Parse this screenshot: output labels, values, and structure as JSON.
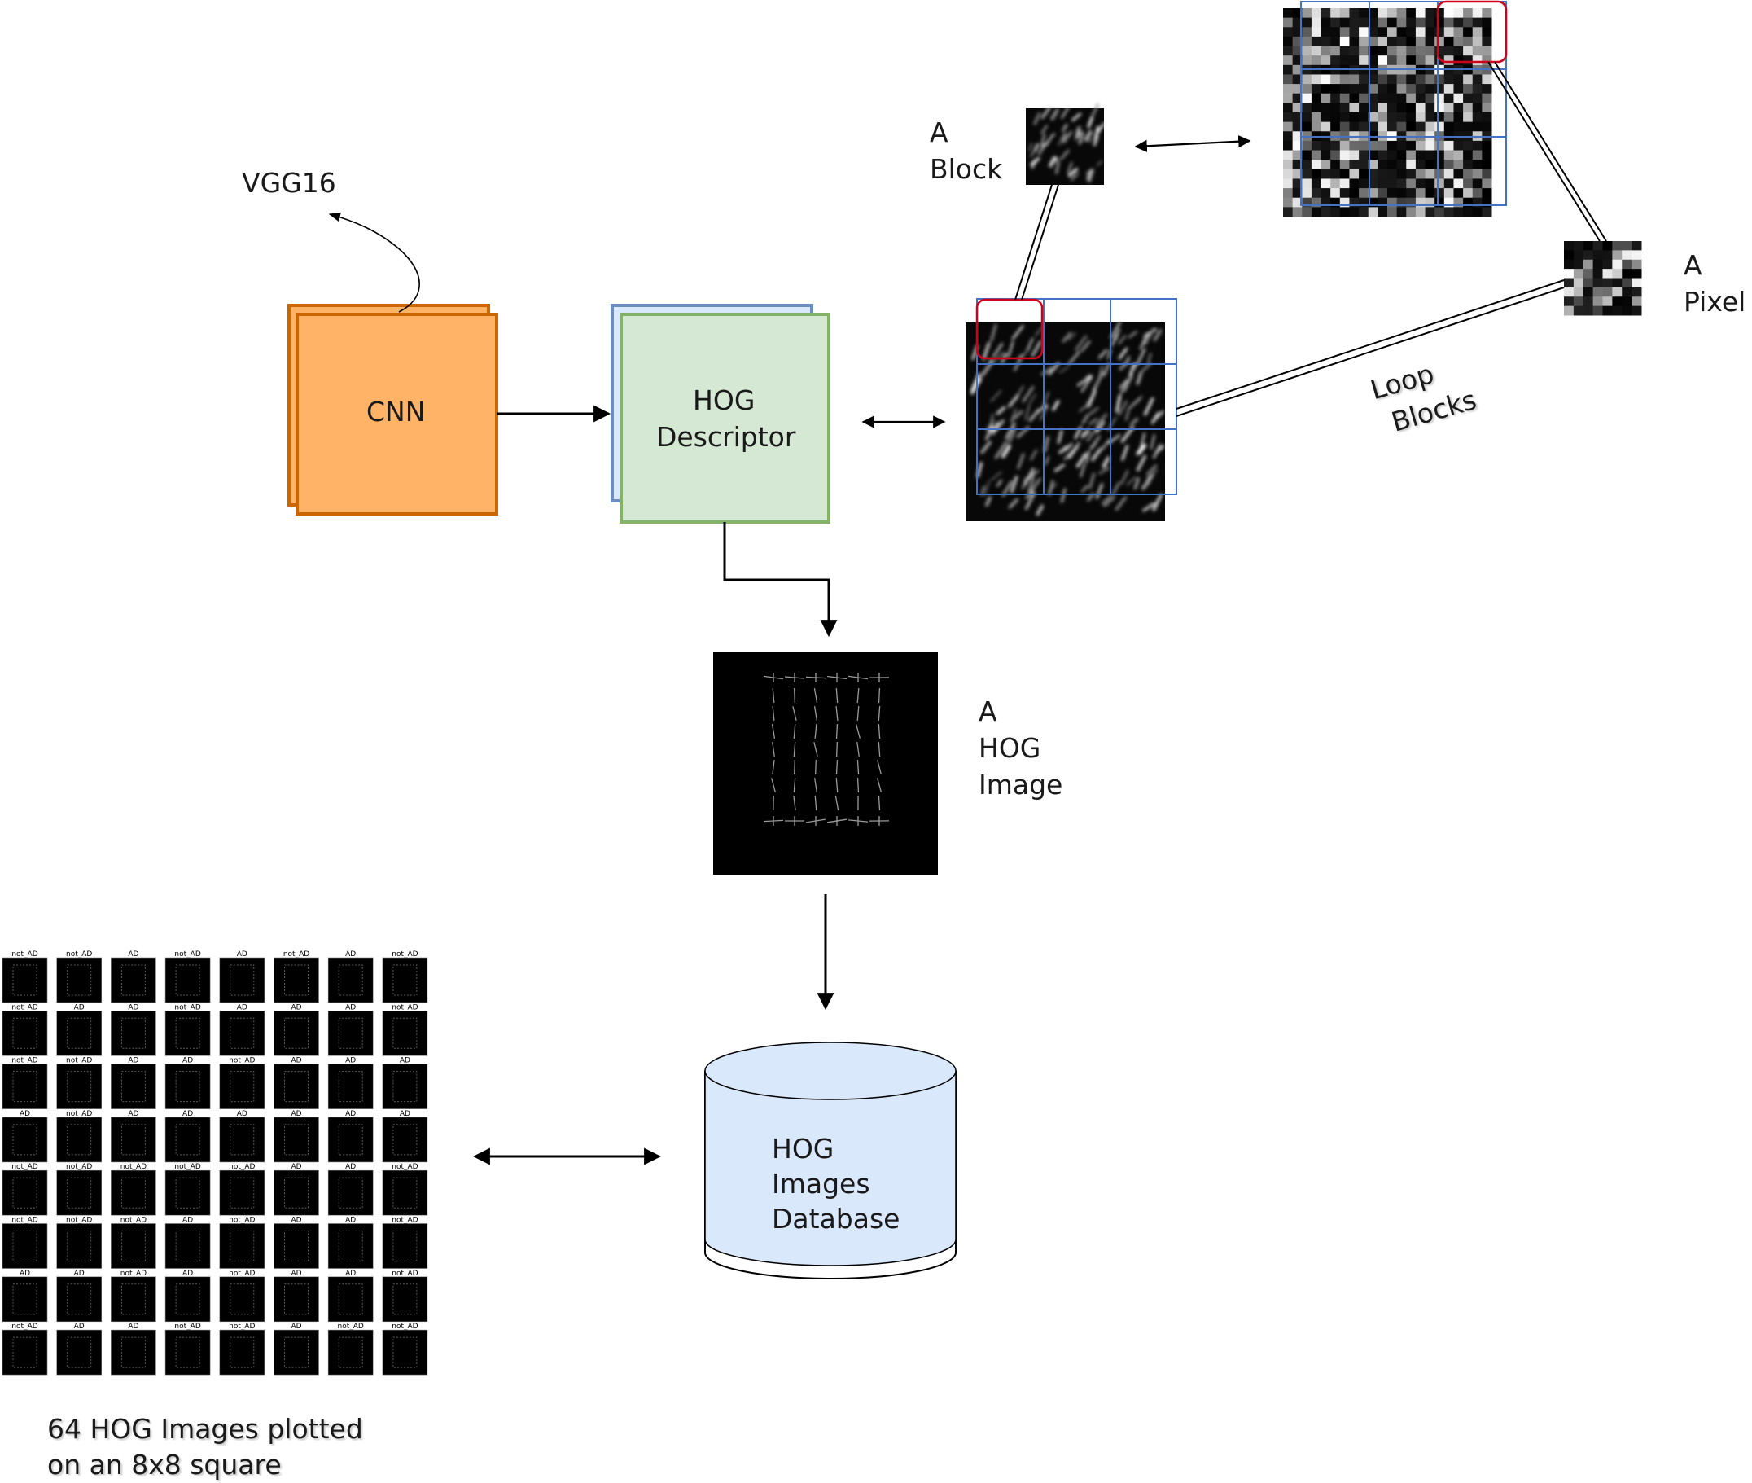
{
  "vgg_label": "VGG16",
  "cnn_label": "CNN",
  "hog_descriptor": [
    "HOG",
    "Descriptor"
  ],
  "block_label": [
    "A",
    "Block"
  ],
  "pixel_label": [
    "A",
    "Pixel"
  ],
  "loop_label": [
    "Loop",
    "Blocks"
  ],
  "hog_image_label": [
    "A",
    "HOG",
    "Image"
  ],
  "database_label": [
    "HOG",
    "Images",
    "Database"
  ],
  "grid_caption": [
    "64 HOG Images plotted",
    "on an 8x8 square"
  ],
  "grid_titles": [
    [
      "not_AD",
      "not_AD",
      "AD",
      "not_AD",
      "AD",
      "not_AD",
      "AD",
      "not_AD"
    ],
    [
      "not_AD",
      "AD",
      "AD",
      "not_AD",
      "AD",
      "AD",
      "AD",
      "not_AD"
    ],
    [
      "not_AD",
      "not_AD",
      "AD",
      "AD",
      "not_AD",
      "AD",
      "AD",
      "AD"
    ],
    [
      "AD",
      "not_AD",
      "AD",
      "AD",
      "AD",
      "AD",
      "AD",
      "AD"
    ],
    [
      "not_AD",
      "not_AD",
      "not_AD",
      "not_AD",
      "not_AD",
      "AD",
      "AD",
      "not_AD"
    ],
    [
      "not_AD",
      "not_AD",
      "not_AD",
      "AD",
      "not_AD",
      "AD",
      "AD",
      "not_AD"
    ],
    [
      "AD",
      "AD",
      "not_AD",
      "AD",
      "not_AD",
      "AD",
      "AD",
      "not_AD"
    ],
    [
      "not_AD",
      "AD",
      "AD",
      "not_AD",
      "not_AD",
      "AD",
      "not_AD",
      "not_AD"
    ]
  ],
  "colors": {
    "cnn_fill": "#FFB366",
    "cnn_stroke": "#CC6600",
    "hog_fill": "#D5E8D4",
    "hog_stroke": "#82B366",
    "hog_back_stroke": "#6C8EBF",
    "db_fill": "#DAE8FC",
    "grid_line": "#4472C4",
    "highlight": "#D0021B"
  }
}
